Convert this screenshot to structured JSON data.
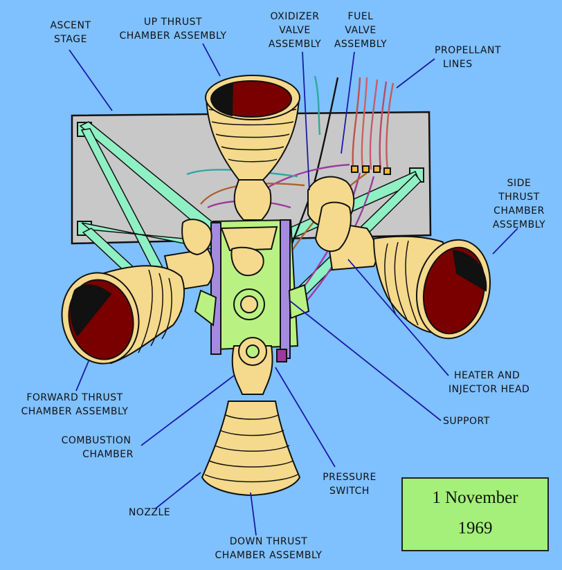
{
  "colors": {
    "background": "#7fc0ff",
    "plate": "#c8c8c8",
    "struts": "#8ff0c4",
    "frame": "#b9f282",
    "engine_bell": "#f5d98c",
    "bell_interior_dark": "#7a0000",
    "bell_interior_black": "#111111",
    "date_box": "#a4f07a",
    "wiring": "#9c3b9c",
    "leader_line": "#1a1aa8"
  },
  "labels": {
    "ascent_stage": [
      "ASCENT",
      "STAGE"
    ],
    "up_thrust": [
      "UP THRUST",
      "CHAMBER ASSEMBLY"
    ],
    "oxidizer_valve": [
      "OXIDIZER",
      "VALVE",
      "ASSEMBLY"
    ],
    "fuel_valve": [
      "FUEL",
      "VALVE",
      "ASSEMBLY"
    ],
    "propellant_lines": [
      "PROPELLANT",
      "LINES"
    ],
    "side_thrust": [
      "SIDE",
      "THRUST",
      "CHAMBER",
      "ASSEMBLY"
    ],
    "heater_injector": [
      "HEATER AND",
      "INJECTOR HEAD"
    ],
    "support": [
      "SUPPORT"
    ],
    "forward_thrust": [
      "FORWARD THRUST",
      "CHAMBER ASSEMBLY"
    ],
    "combustion_chamber": [
      "COMBUSTION",
      "CHAMBER"
    ],
    "pressure_switch": [
      "PRESSURE",
      "SWITCH"
    ],
    "nozzle": [
      "NOZZLE"
    ],
    "down_thrust": [
      "DOWN THRUST",
      "CHAMBER ASSEMBLY"
    ]
  },
  "date_box": {
    "line1": "1 November",
    "line2": "1969"
  }
}
